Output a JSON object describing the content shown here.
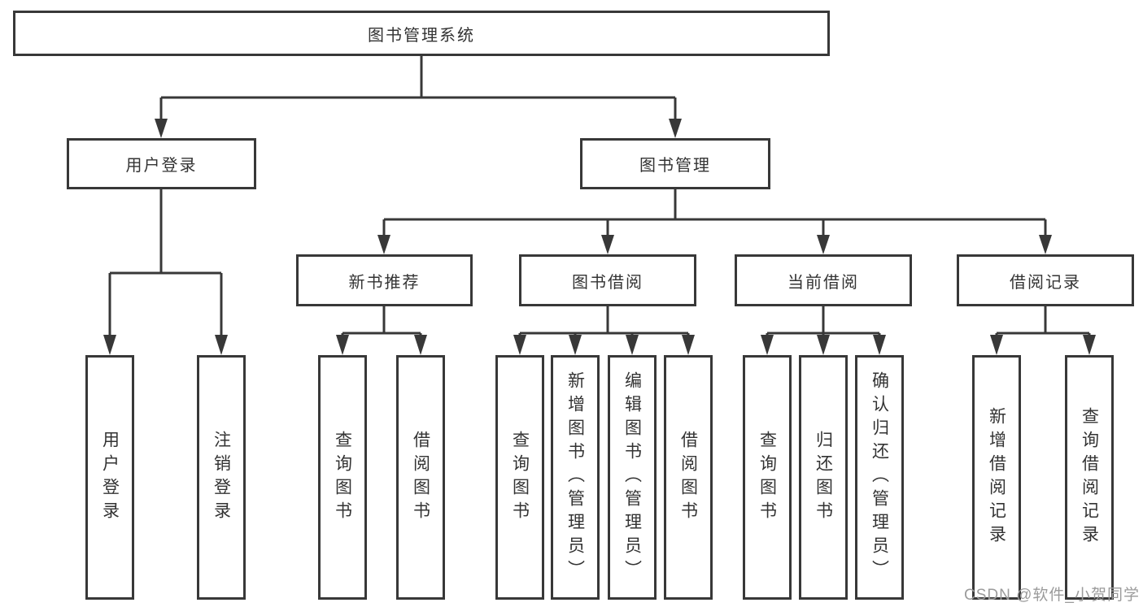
{
  "diagram": {
    "type": "hierarchy-structure-chart",
    "colors": {
      "line": "#383838",
      "box_border": "#383838",
      "box_fill": "#ffffff",
      "text": "#333333",
      "watermark": "#9b9b9b",
      "background": "#ffffff"
    },
    "nodes": {
      "root": {
        "label": "图书管理系统"
      },
      "userLogin": {
        "label": "用户登录"
      },
      "bookMgmt": {
        "label": "图书管理"
      },
      "newBookRec": {
        "label": "新书推荐"
      },
      "bookBorrow": {
        "label": "图书借阅"
      },
      "currentBorrow": {
        "label": "当前借阅"
      },
      "borrowRecords": {
        "label": "借阅记录"
      },
      "leafUserLogin": {
        "label": "用户登录"
      },
      "leafLogout": {
        "label": "注销登录"
      },
      "leafQueryBookA": {
        "label": "查询图书"
      },
      "leafBorrowBookA": {
        "label": "借阅图书"
      },
      "leafQueryBookB": {
        "label": "查询图书"
      },
      "leafAddBook": {
        "label": "新增图书（管理员）"
      },
      "leafEditBook": {
        "label": "编辑图书（管理员）"
      },
      "leafBorrowBookB": {
        "label": "借阅图书"
      },
      "leafQueryBookC": {
        "label": "查询图书"
      },
      "leafReturnBook": {
        "label": "归还图书"
      },
      "leafConfirmReturn": {
        "label": "确认归还（管理员）"
      },
      "leafAddRecord": {
        "label": "新增借阅记录"
      },
      "leafQueryRecord": {
        "label": "查询借阅记录"
      }
    },
    "hierarchy": {
      "图书管理系统": {
        "用户登录": [
          "用户登录",
          "注销登录"
        ],
        "图书管理": {
          "新书推荐": [
            "查询图书",
            "借阅图书"
          ],
          "图书借阅": [
            "查询图书",
            "新增图书（管理员）",
            "编辑图书（管理员）",
            "借阅图书"
          ],
          "当前借阅": [
            "查询图书",
            "归还图书",
            "确认归还（管理员）"
          ],
          "借阅记录": [
            "新增借阅记录",
            "查询借阅记录"
          ]
        }
      }
    },
    "watermark": "CSDN @软件_小贺同学"
  }
}
